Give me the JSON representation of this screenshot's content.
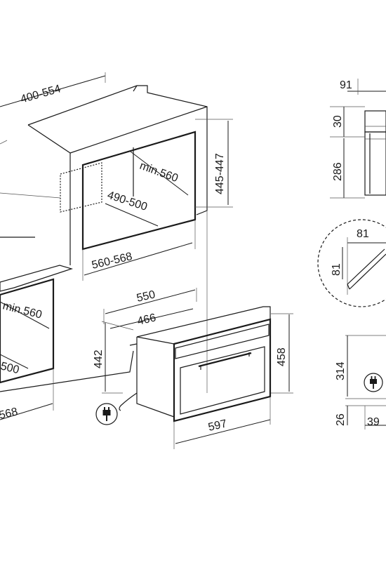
{
  "colors": {
    "ink": "#1a1a1a",
    "panel_fill": "#f2f2f2",
    "glass": "#dcdcdc",
    "background": "#ffffff"
  },
  "cabinet": {
    "depth": "400-554",
    "opening_height": "445-447",
    "min_depth": "min.560",
    "inner_depth": "490-500",
    "opening_width": "560-568"
  },
  "lower_cabinet": {
    "min_depth": "min.560",
    "inner_depth": "500",
    "opening_width": "568"
  },
  "appliance": {
    "total_depth": "550",
    "body_depth": "466",
    "body_height": "442",
    "front_height": "458",
    "front_width": "597"
  },
  "side_profile": {
    "top_depth": "91",
    "panel_height": "30",
    "body_height": "286"
  },
  "corner_detail": {
    "width": "81",
    "height": "81"
  },
  "bottom_profile": {
    "height": "314",
    "base_height": "26",
    "offset": "39"
  },
  "icons": [
    "power-plug-icon",
    "power-plug-icon"
  ]
}
